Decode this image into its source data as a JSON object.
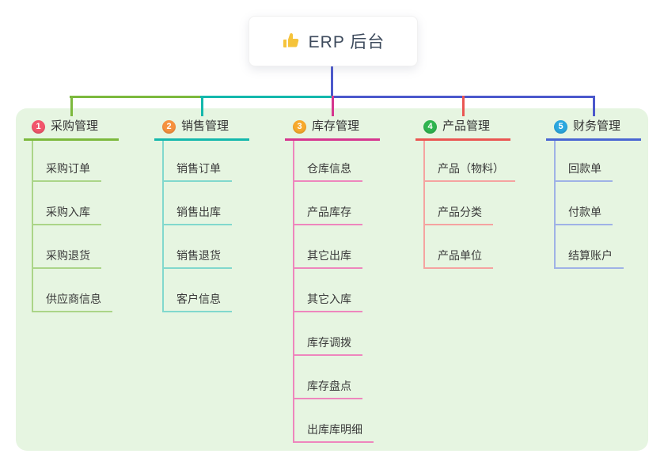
{
  "root": {
    "title": "ERP 后台",
    "icon": "thumbs-up",
    "icon_color": "#f5c33b",
    "stem_color": "#4b58cc"
  },
  "branches": [
    {
      "id": "purchase",
      "label": "采购管理",
      "badge": "1",
      "badge_color": "#f2566c",
      "line_color": "#7cb93d",
      "light_color": "#abd588",
      "items": [
        "采购订单",
        "采购入库",
        "采购退货",
        "供应商信息"
      ]
    },
    {
      "id": "sales",
      "label": "销售管理",
      "badge": "2",
      "badge_color": "#f6913e",
      "line_color": "#14b8ac",
      "light_color": "#81d8cd",
      "items": [
        "销售订单",
        "销售出库",
        "销售退货",
        "客户信息"
      ]
    },
    {
      "id": "inventory",
      "label": "库存管理",
      "badge": "3",
      "badge_color": "#f7a92c",
      "line_color": "#d6368f",
      "light_color": "#ee86bd",
      "items": [
        "仓库信息",
        "产品库存",
        "其它出库",
        "其它入库",
        "库存调拨",
        "库存盘点",
        "出库库明细"
      ]
    },
    {
      "id": "product",
      "label": "产品管理",
      "badge": "4",
      "badge_color": "#2fb44f",
      "line_color": "#ea5652",
      "light_color": "#f5a3a0",
      "items": [
        "产品（物料）",
        "产品分类",
        "产品单位"
      ]
    },
    {
      "id": "finance",
      "label": "财务管理",
      "badge": "5",
      "badge_color": "#2ba7df",
      "line_color": "#4a66d2",
      "light_color": "#9fb2e6",
      "items": [
        "回款单",
        "付款单",
        "结算账户"
      ]
    }
  ]
}
